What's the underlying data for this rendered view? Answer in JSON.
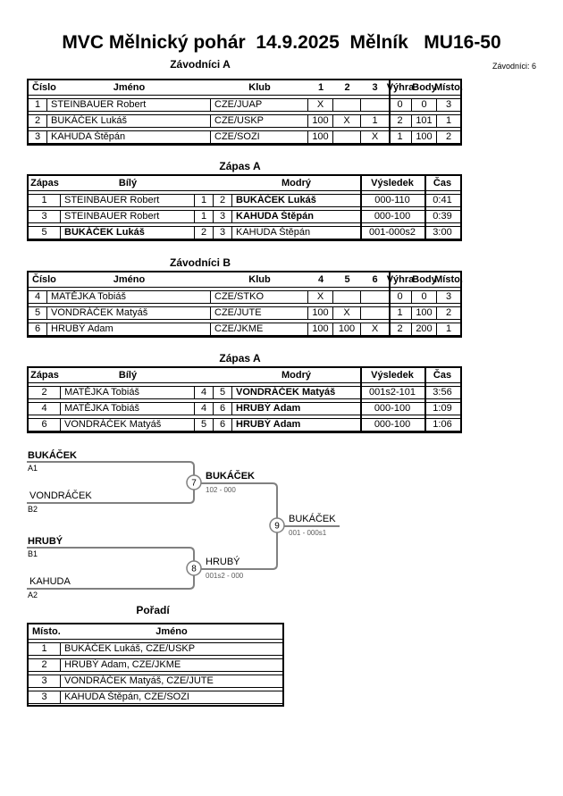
{
  "page": {
    "title": "MVC Mělnický pohár  14.9.2025  Mělník   MU16-50",
    "competitors_note": "Závodníci: 6"
  },
  "colors": {
    "text": "#000000",
    "table_border": "#000000",
    "bracket_line": "#808080",
    "bracket_score_text": "#5a5a5a"
  },
  "groupA": {
    "title": "Závodníci A",
    "h": [
      "Číslo",
      "Jméno",
      "Klub",
      "1",
      "2",
      "3",
      "Výhra",
      "Body",
      "Místo."
    ],
    "r": [
      [
        "1",
        "STEINBAUER Robert",
        "CZE/JUAP",
        "X",
        "",
        "",
        "0",
        "0",
        "3"
      ],
      [
        "2",
        "BUKÁČEK Lukáš",
        "CZE/USKP",
        "100",
        "X",
        "1",
        "2",
        "101",
        "1"
      ],
      [
        "3",
        "KAHUDA Štěpán",
        "CZE/SOZI",
        "100",
        "",
        "X",
        "1",
        "100",
        "2"
      ]
    ]
  },
  "matchesA1": {
    "title": "Zápas A",
    "h": [
      "Zápas",
      "Bílý",
      "Modrý",
      "Výsledek",
      "Čas"
    ],
    "r": [
      [
        "1",
        "STEINBAUER Robert",
        "1",
        "2",
        "BUKÁČEK Lukáš",
        "000-110",
        "0:41"
      ],
      [
        "3",
        "STEINBAUER Robert",
        "1",
        "3",
        "KAHUDA Štěpán",
        "000-100",
        "0:39"
      ],
      [
        "5",
        "BUKÁČEK Lukáš",
        "2",
        "3",
        "KAHUDA Štěpán",
        "001-000s2",
        "3:00"
      ]
    ]
  },
  "groupB": {
    "title": "Závodníci B",
    "h": [
      "Číslo",
      "Jméno",
      "Klub",
      "4",
      "5",
      "6",
      "Výhra",
      "Body",
      "Místo."
    ],
    "r": [
      [
        "4",
        "MATĚJKA Tobiáš",
        "CZE/STKO",
        "X",
        "",
        "",
        "0",
        "0",
        "3"
      ],
      [
        "5",
        "VONDRÁČEK Matyáš",
        "CZE/JUTE",
        "100",
        "X",
        "",
        "1",
        "100",
        "2"
      ],
      [
        "6",
        "HRUBÝ Adam",
        "CZE/JKME",
        "100",
        "100",
        "X",
        "2",
        "200",
        "1"
      ]
    ]
  },
  "matchesA2": {
    "title": "Zápas A",
    "h": [
      "Zápas",
      "Bílý",
      "Modrý",
      "Výsledek",
      "Čas"
    ],
    "r": [
      [
        "2",
        "MATĚJKA Tobiáš",
        "4",
        "5",
        "VONDRÁČEK Matyáš",
        "001s2-101",
        "3:56"
      ],
      [
        "4",
        "MATĚJKA Tobiáš",
        "4",
        "6",
        "HRUBÝ Adam",
        "000-100",
        "1:09"
      ],
      [
        "6",
        "VONDRÁČEK Matyáš",
        "5",
        "6",
        "HRUBÝ Adam",
        "000-100",
        "1:06"
      ]
    ]
  },
  "bracket": {
    "sf1": {
      "p1": "BUKÁČEK",
      "seed1": "A1",
      "p2": "VONDRÁČEK",
      "seed2": "B2",
      "match_no": "7",
      "winner": "BUKÁČEK",
      "score": "102 - 000"
    },
    "sf2": {
      "p1": "HRUBÝ",
      "seed1": "B1",
      "p2": "KAHUDA",
      "seed2": "A2",
      "match_no": "8",
      "winner": "HRUBÝ",
      "score": "001s2 - 000"
    },
    "final": {
      "match_no": "9",
      "winner": "BUKÁČEK",
      "score": "001 - 000s1"
    }
  },
  "ranking": {
    "title": "Pořadí",
    "h": [
      "Místo.",
      "Jméno"
    ],
    "r": [
      [
        "1",
        "BUKÁČEK Lukáš, CZE/USKP"
      ],
      [
        "2",
        "HRUBÝ Adam, CZE/JKME"
      ],
      [
        "3",
        "VONDRÁČEK Matyáš, CZE/JUTE"
      ],
      [
        "3",
        "KAHUDA Štěpán, CZE/SOZI"
      ]
    ]
  }
}
